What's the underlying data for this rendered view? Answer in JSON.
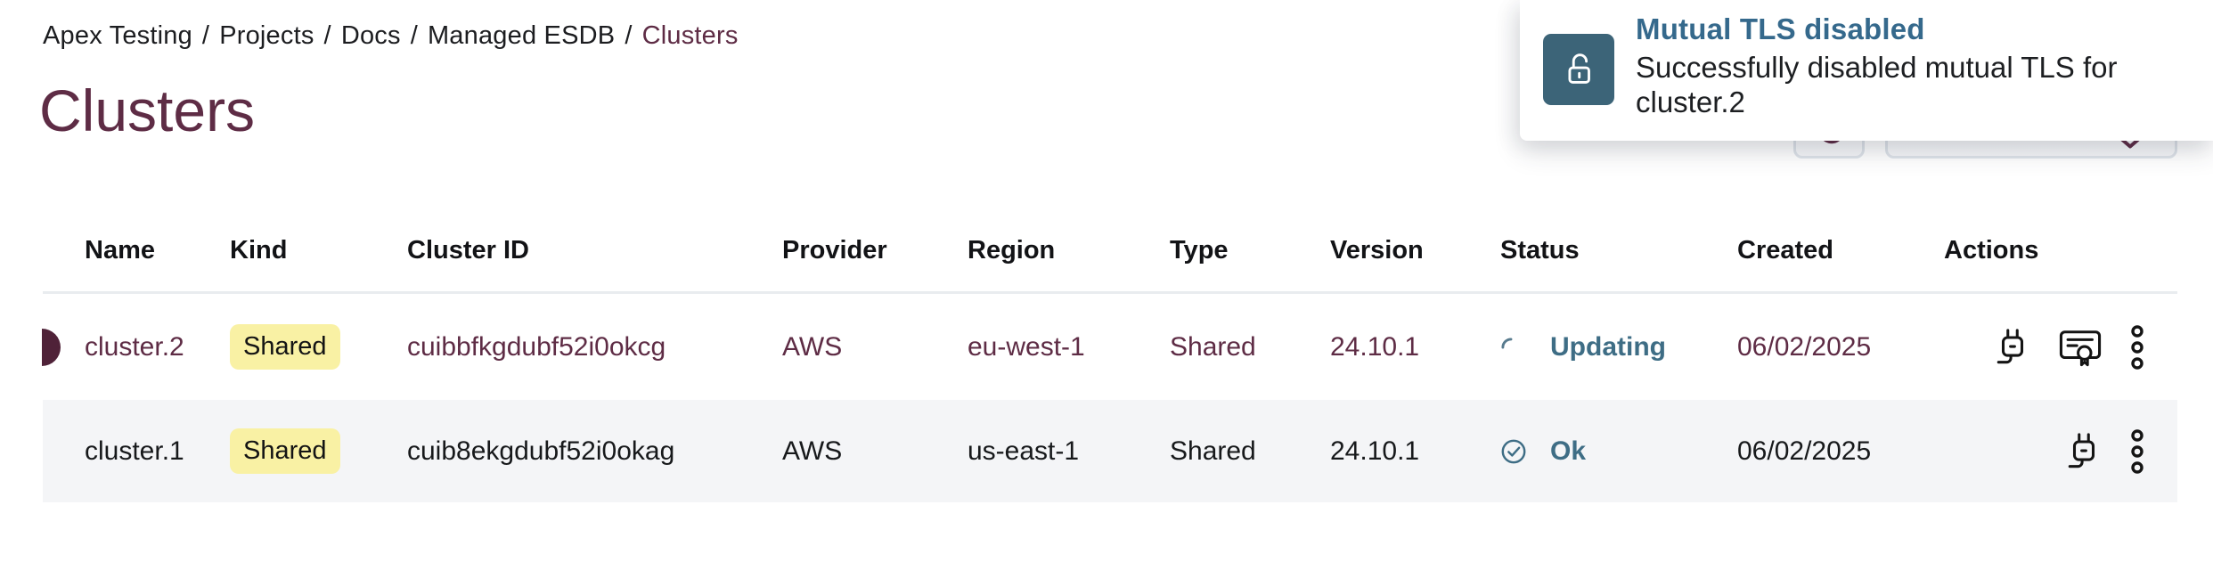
{
  "breadcrumb": {
    "items": [
      "Apex Testing",
      "Projects",
      "Docs",
      "Managed ESDB"
    ],
    "current": "Clusters",
    "separator": "/"
  },
  "page": {
    "title": "Clusters"
  },
  "toast": {
    "title": "Mutual TLS disabled",
    "message": "Successfully disabled mutual TLS for cluster.2",
    "icon": "unlock-icon"
  },
  "toolbar": {
    "refresh_icon": "refresh-icon",
    "dropdown_icon": "chevron-down-icon"
  },
  "table": {
    "columns": [
      "Name",
      "Kind",
      "Cluster ID",
      "Provider",
      "Region",
      "Type",
      "Version",
      "Status",
      "Created",
      "Actions"
    ],
    "rows": [
      {
        "name": "cluster.2",
        "kind": "Shared",
        "cluster_id": "cuibbfkgdubf52i0okcg",
        "provider": "AWS",
        "region": "eu-west-1",
        "type": "Shared",
        "version": "24.10.1",
        "status": "Updating",
        "status_icon": "spinner-icon",
        "created": "06/02/2025",
        "selected": true,
        "actions": [
          "plug-icon",
          "certificate-icon",
          "kebab-menu-icon"
        ]
      },
      {
        "name": "cluster.1",
        "kind": "Shared",
        "cluster_id": "cuib8ekgdubf52i0okag",
        "provider": "AWS",
        "region": "us-east-1",
        "type": "Shared",
        "version": "24.10.1",
        "status": "Ok",
        "status_icon": "check-circle-icon",
        "created": "06/02/2025",
        "selected": false,
        "actions": [
          "plug-icon",
          "kebab-menu-icon"
        ]
      }
    ]
  },
  "colors": {
    "accent_maroon": "#5e2c45",
    "selected_marker": "#4f2238",
    "toast_icon_bg": "#3c6478",
    "toast_title": "#35698c",
    "status_teal": "#3e6d85",
    "badge_bg": "#f9f1a4",
    "row_alt_bg": "#f4f5f7",
    "header_border": "#e9ecef",
    "button_border": "#dfe4ea",
    "icon_black": "#141414"
  }
}
